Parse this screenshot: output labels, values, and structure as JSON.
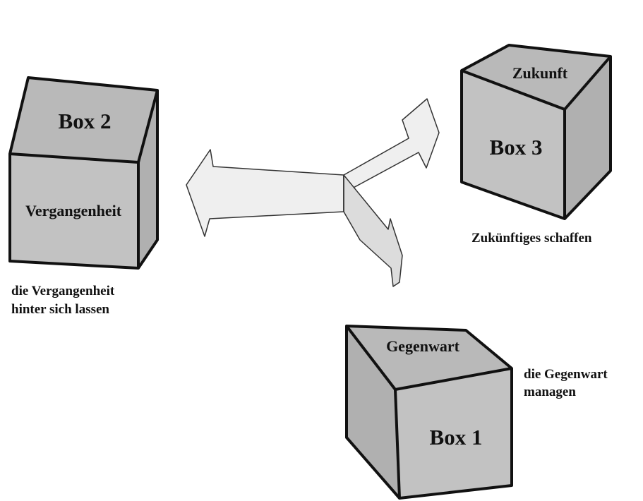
{
  "boxes": {
    "box2": {
      "title": "Box 2",
      "face_label": "Vergangenheit",
      "caption_line1": "die Vergangenheit",
      "caption_line2": "hinter sich lassen"
    },
    "box3": {
      "title": "Box 3",
      "face_label": "Zukunft",
      "caption": "Zukünftiges schaffen"
    },
    "box1": {
      "title": "Box 1",
      "face_label": "Gegenwart",
      "caption_line1": "die Gegenwart",
      "caption_line2": "managen"
    }
  },
  "colors": {
    "face": "#c2c2c2",
    "edge": "#111111",
    "arrow_fill": "#efefef"
  }
}
